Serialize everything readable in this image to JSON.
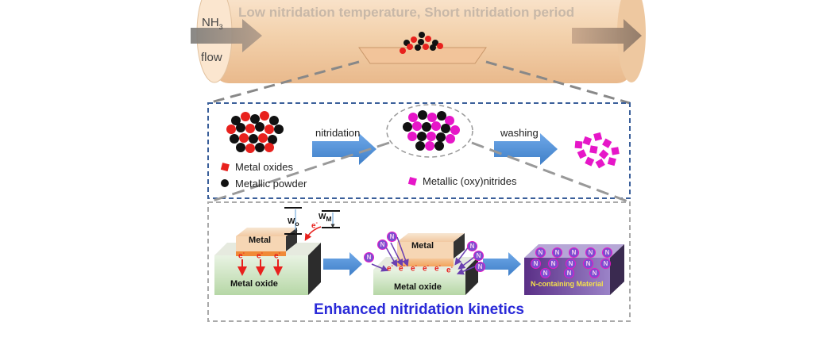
{
  "tube": {
    "title": "Low nitridation temperature, Short nitridation period",
    "nh3_label": "NH",
    "nh3_sub": "3",
    "flow_label": "flow"
  },
  "process": {
    "step1_label": "nitridation",
    "step2_label": "washing",
    "legend_oxides": "Metal oxides",
    "legend_powder": "Metallic powder",
    "legend_nitrides": "Metallic (oxy)nitrides"
  },
  "mechanism": {
    "metal_label": "Metal",
    "metal_oxide_label": "Metal oxide",
    "n_material_label": "N-containing Material",
    "wo_label": "W",
    "wo_sub": "o",
    "wm_label": "W",
    "wm_sub": "M",
    "electron": "e",
    "n_symbol": "N",
    "kinetics_label": "Enhanced nitridation kinetics"
  },
  "colors": {
    "oxide": "#e8211d",
    "powder": "#111111",
    "nitride": "#e616c8",
    "arrow": "#4a8fd8",
    "dash_blue": "#3a5f9a",
    "kinetics_text": "#2a2ad8"
  }
}
